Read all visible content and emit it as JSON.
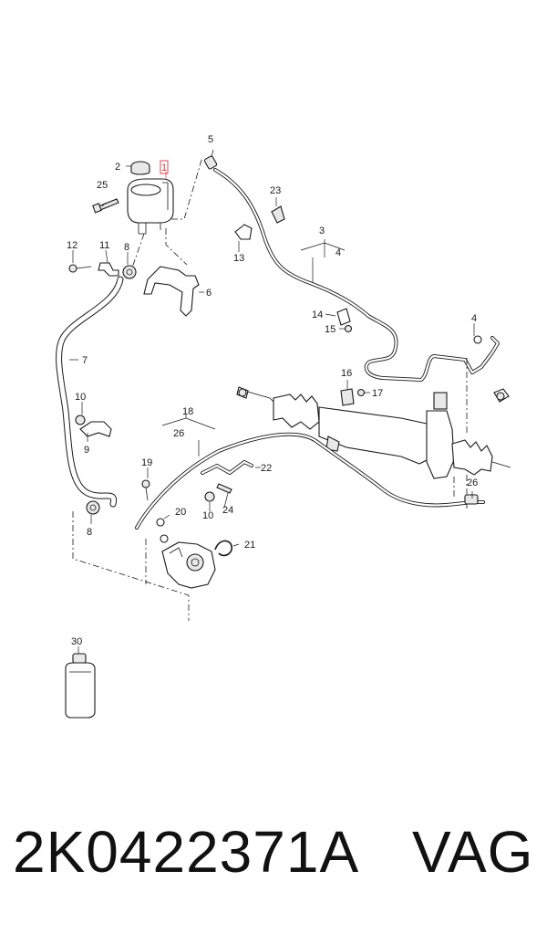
{
  "diagram": {
    "callouts": {
      "c1": "1",
      "c2": "2",
      "c3": "3",
      "c4a": "4",
      "c4b": "4",
      "c5": "5",
      "c6": "6",
      "c7": "7",
      "c8a": "8",
      "c8b": "8",
      "c9": "9",
      "c10a": "10",
      "c10b": "10",
      "c11": "11",
      "c12": "12",
      "c13": "13",
      "c14": "14",
      "c15": "15",
      "c16": "16",
      "c17": "17",
      "c18": "18",
      "c19": "19",
      "c20": "20",
      "c21": "21",
      "c22": "22",
      "c23": "23",
      "c24": "24",
      "c25": "25",
      "c26a": "26",
      "c26b": "26",
      "c30": "30"
    },
    "highlight_color": "#d9363e"
  },
  "footer": {
    "part_number": "2K0422371A",
    "brand": "VAG"
  }
}
